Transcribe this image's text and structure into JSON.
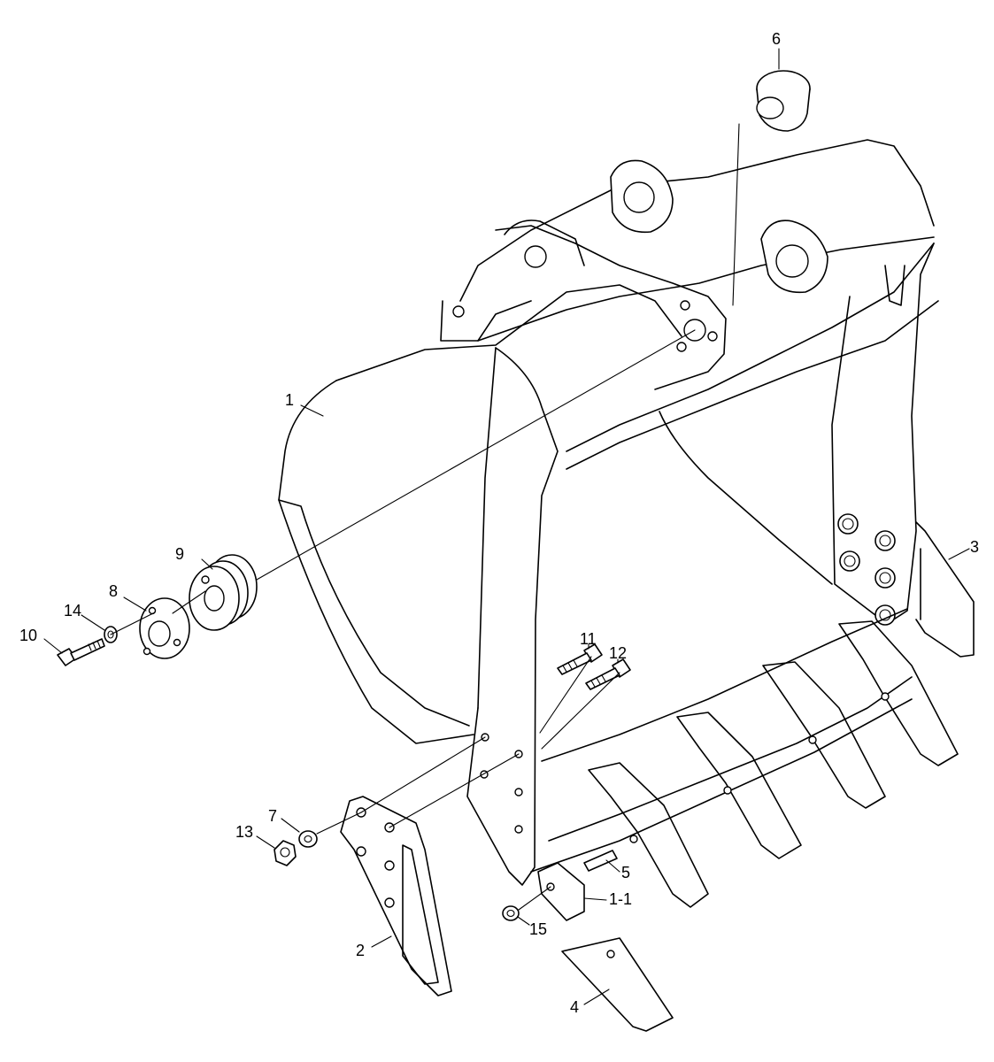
{
  "callouts": {
    "c1": "1",
    "c1_1": "1-1",
    "c2": "2",
    "c3": "3",
    "c4": "4",
    "c5": "5",
    "c6": "6",
    "c7": "7",
    "c8": "8",
    "c9": "9",
    "c10": "10",
    "c11": "11",
    "c12": "12",
    "c13": "13",
    "c14": "14",
    "c15": "15"
  }
}
